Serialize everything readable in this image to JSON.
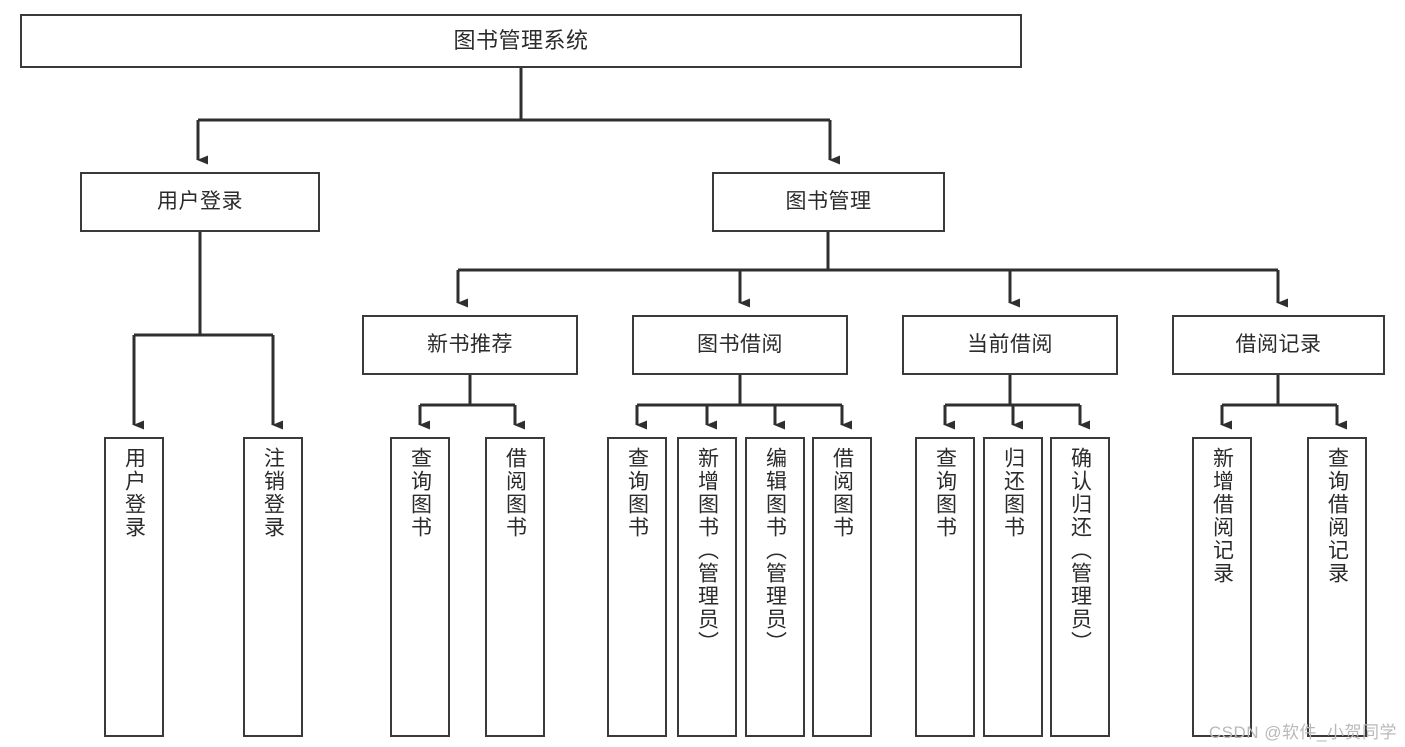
{
  "diagram": {
    "type": "tree-hierarchy-functional-decomposition",
    "root": {
      "id": "root",
      "label": "图书管理系统"
    },
    "level2": [
      {
        "id": "user-login",
        "label": "用户登录"
      },
      {
        "id": "book-manage",
        "label": "图书管理"
      }
    ],
    "level3": [
      {
        "id": "new-book-rec",
        "label": "新书推荐"
      },
      {
        "id": "book-borrow",
        "label": "图书借阅"
      },
      {
        "id": "current-borrow",
        "label": "当前借阅"
      },
      {
        "id": "borrow-record",
        "label": "借阅记录"
      }
    ],
    "leaves": [
      {
        "id": "leaf-user-login",
        "label": "用户登录",
        "parent": "user-login"
      },
      {
        "id": "leaf-user-logout",
        "label": "注销登录",
        "parent": "user-login"
      },
      {
        "id": "leaf-query-book-1",
        "label": "查询图书",
        "parent": "new-book-rec"
      },
      {
        "id": "leaf-borrow-book-1",
        "label": "借阅图书",
        "parent": "new-book-rec"
      },
      {
        "id": "leaf-query-book-2",
        "label": "查询图书",
        "parent": "book-borrow"
      },
      {
        "id": "leaf-add-book",
        "label": "新增图书（管理员）",
        "parent": "book-borrow"
      },
      {
        "id": "leaf-edit-book",
        "label": "编辑图书（管理员）",
        "parent": "book-borrow"
      },
      {
        "id": "leaf-borrow-book-2",
        "label": "借阅图书",
        "parent": "book-borrow"
      },
      {
        "id": "leaf-query-book-3",
        "label": "查询图书",
        "parent": "current-borrow"
      },
      {
        "id": "leaf-return-book",
        "label": "归还图书",
        "parent": "current-borrow"
      },
      {
        "id": "leaf-confirm-return",
        "label": "确认归还（管理员）",
        "parent": "current-borrow"
      },
      {
        "id": "leaf-add-record",
        "label": "新增借阅记录",
        "parent": "borrow-record"
      },
      {
        "id": "leaf-query-record",
        "label": "查询借阅记录",
        "parent": "borrow-record"
      }
    ]
  },
  "watermark": {
    "text": "CSDN @软件_小贺同学"
  },
  "colors": {
    "border": "#3a3a3a",
    "text": "#2b2b2b",
    "background": "#ffffff",
    "watermark": "#b9b9b9"
  }
}
